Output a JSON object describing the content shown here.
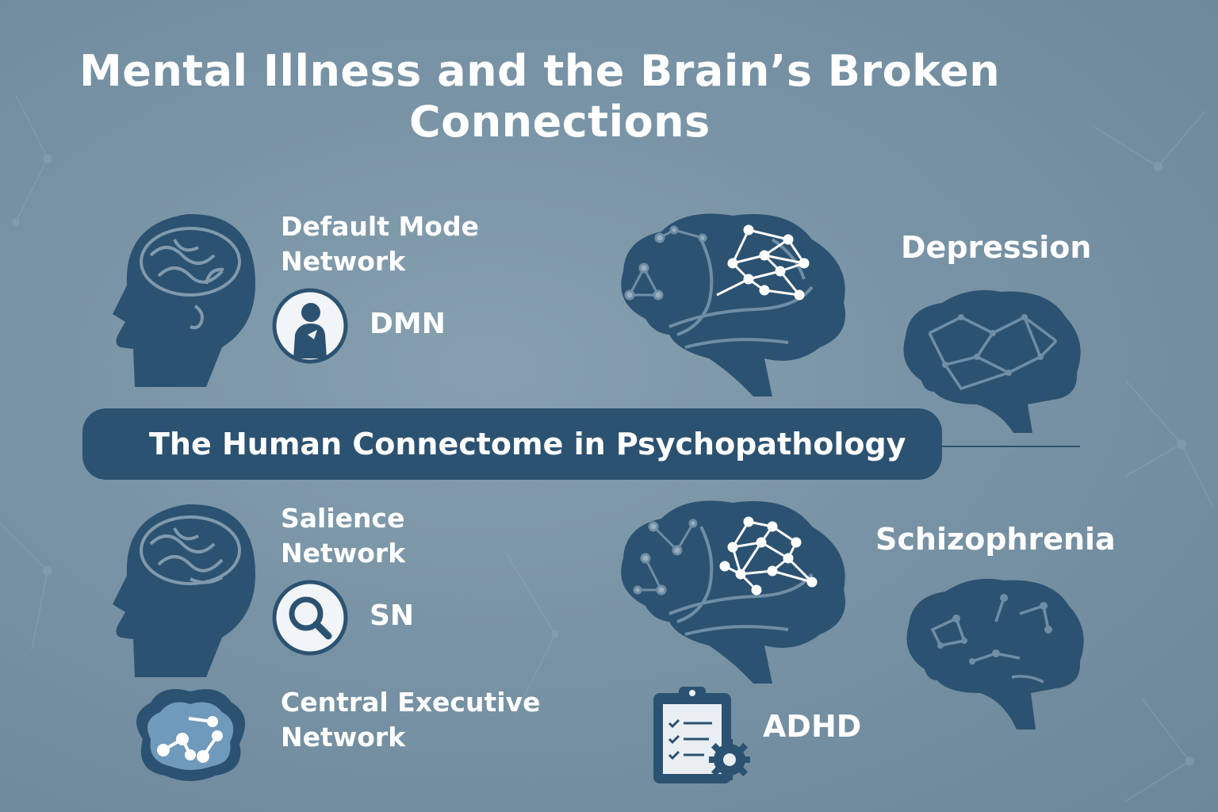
{
  "title": {
    "line1": "Mental Illness and the Brain’s Broken",
    "line2": "Connections"
  },
  "banner": {
    "text": "The Human Connectome in Psychopathology"
  },
  "networks": [
    {
      "label_line1": "Default Mode",
      "label_line2": "Network",
      "abbr": "DMN",
      "icon": "person-thinking-icon"
    },
    {
      "label_line1": "Salience",
      "label_line2": "Network",
      "abbr": "SN",
      "icon": "magnifier-icon"
    },
    {
      "label_line1": "Central Executive",
      "label_line2": "Network",
      "icon": "connected-brain-icon"
    }
  ],
  "disorders": [
    {
      "label": "Depression"
    },
    {
      "label": "Schizophrenia"
    },
    {
      "label": "ADHD",
      "icon": "clipboard-gear-icon"
    }
  ],
  "colors": {
    "primary": "#2c5271",
    "background": "#7893a5",
    "text": "#ffffff"
  }
}
